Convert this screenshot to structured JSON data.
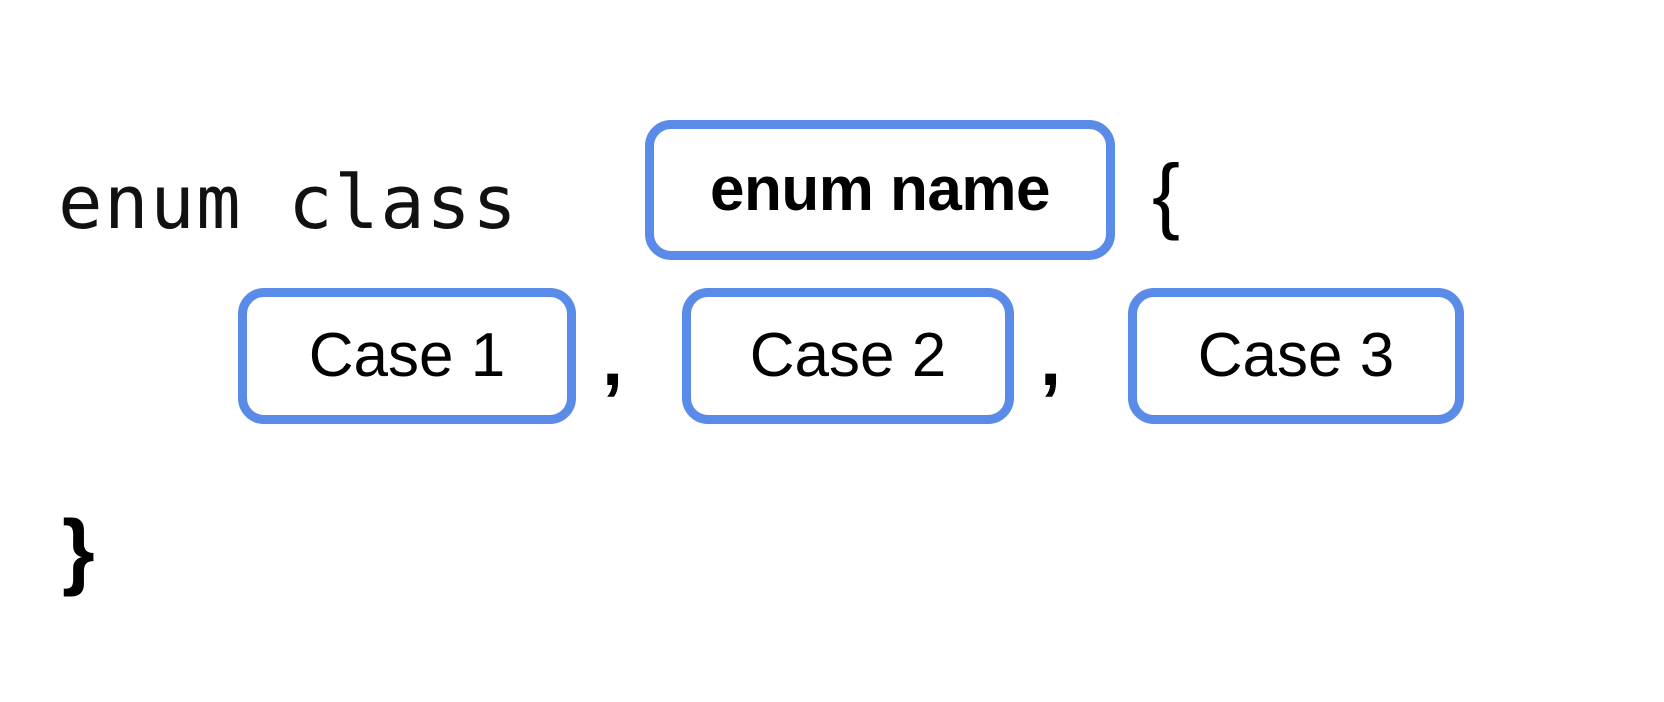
{
  "diagram": {
    "title": "enum class declaration syntax",
    "type": "code-syntax-template",
    "language": "C++ / Kotlin enum class",
    "accent_color": "#5b8be8",
    "text_color": "#000000",
    "background_color": "#ffffff"
  },
  "code": {
    "keyword": "enum class",
    "open_brace": "{",
    "close_brace": "}",
    "separator": ","
  },
  "slots": {
    "enum_name": {
      "label": "enum name",
      "role": "identifier-placeholder"
    },
    "cases": [
      {
        "label": "Case 1",
        "role": "enumerator-placeholder"
      },
      {
        "label": "Case 2",
        "role": "enumerator-placeholder"
      },
      {
        "label": "Case 3",
        "role": "enumerator-placeholder"
      }
    ]
  },
  "lines": [
    {
      "index": 1,
      "content": "enum class [enum name] {"
    },
    {
      "index": 2,
      "content": "[Case 1] , [Case 2] , [Case 3]"
    },
    {
      "index": 3,
      "content": "}"
    }
  ]
}
